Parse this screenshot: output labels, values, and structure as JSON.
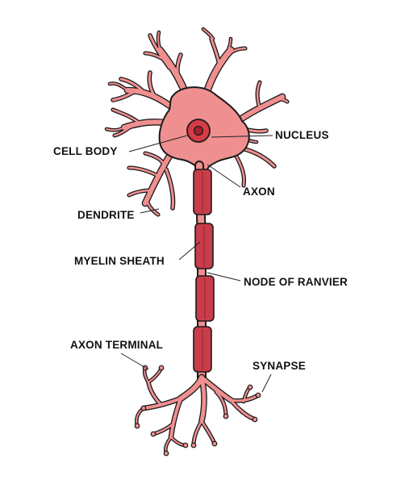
{
  "labels": {
    "nucleus": "NUCLEUS",
    "cell_body": "CELL BODY",
    "axon": "AXON",
    "dendrite": "DENDRITE",
    "myelin_sheath": "MYELIN SHEATH",
    "node_of_ranvier": "NODE OF RANVIER",
    "axon_terminal": "AXON TERMINAL",
    "synapse": "SYNAPSE"
  },
  "colors": {
    "cell_fill": "#f08f8f",
    "outline": "#1a1a1a",
    "myelin": "#c93c4a",
    "myelin_dark": "#9e2534",
    "nucleus_outer": "#d63c46",
    "nucleus_inner": "#a51f2c",
    "background": "#ffffff"
  }
}
